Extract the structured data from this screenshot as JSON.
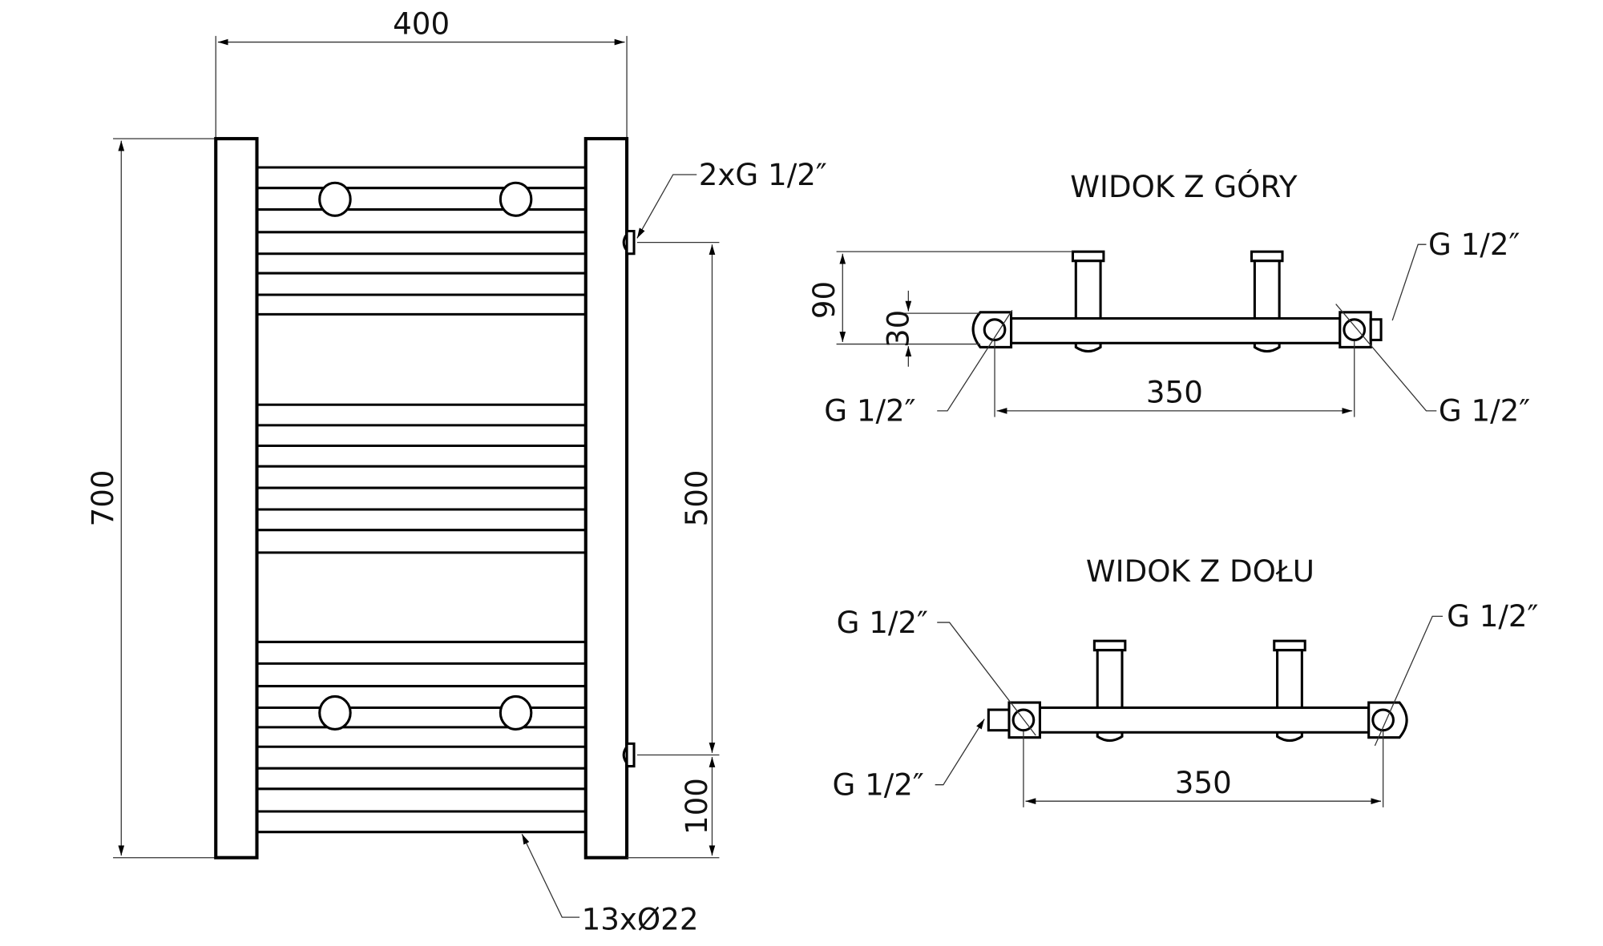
{
  "front_view": {
    "width_dim": "400",
    "height_dim": "700",
    "axis_spacing_dim": "500",
    "bottom_offset_dim": "100",
    "connection_label": "2xG 1/2″",
    "tubes_label": "13xØ22"
  },
  "top_view": {
    "title": "WIDOK Z GÓRY",
    "depth_dim": "90",
    "tube_depth_dim": "30",
    "axis_dim": "350",
    "thread_labels": [
      "G 1/2″",
      "G 1/2″",
      "G 1/2″"
    ]
  },
  "bottom_view": {
    "title": "WIDOK Z DOŁU",
    "axis_dim": "350",
    "thread_labels": [
      "G 1/2″",
      "G 1/2″",
      "G 1/2″"
    ]
  }
}
